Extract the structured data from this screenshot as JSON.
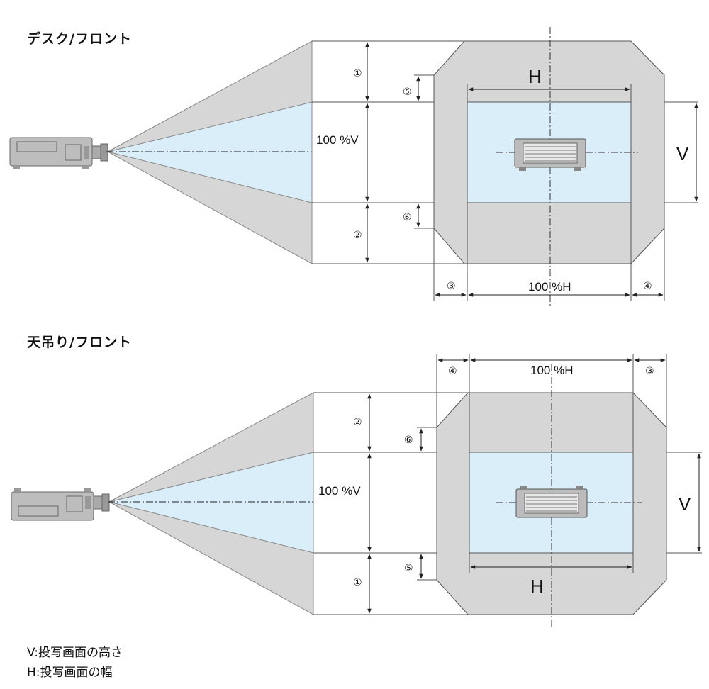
{
  "desk_front": {
    "title": "デスク/フロント",
    "v_pct": "100 %V",
    "h_pct": "100 %H",
    "h": "H",
    "v": "V",
    "c1": "①",
    "c2": "②",
    "c3": "③",
    "c4": "④",
    "c5": "⑤",
    "c6": "⑥"
  },
  "ceiling_front": {
    "title": "天吊り/フロント",
    "v_pct": "100 %V",
    "h_pct": "100 %H",
    "h": "H",
    "v": "V",
    "c1": "①",
    "c2": "②",
    "c3": "③",
    "c4": "④",
    "c5": "⑤",
    "c6": "⑥"
  },
  "legend": {
    "v": "V:投写画面の高さ",
    "h": "H:投写画面の幅"
  },
  "colors": {
    "gray_fill": "#d6d6d6",
    "screen_fill": "#d9eef8",
    "line": "#222222"
  }
}
